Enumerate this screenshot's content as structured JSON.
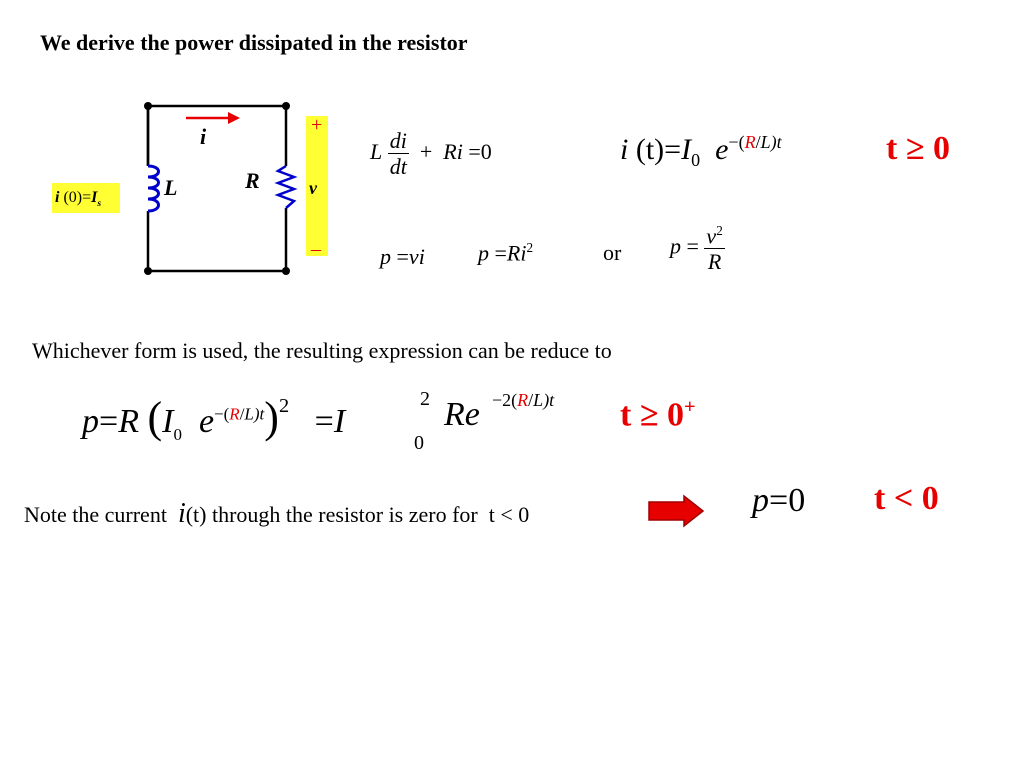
{
  "title": "We derive the power dissipated in the resistor",
  "circuit": {
    "current_label": "i",
    "inductor_label": "L",
    "resistor_label": "R",
    "voltage_label": "v",
    "plus_sign": "+",
    "minus_sign": "–",
    "initial_condition": {
      "i": "i",
      "arg": "(0)",
      "eq": "=",
      "I": "I",
      "sub": "s"
    },
    "colors": {
      "wire": "#000000",
      "coil": "#0000cc",
      "arrow": "#e60000",
      "highlight": "#ffff33"
    }
  },
  "equations": {
    "ode": {
      "L": "L",
      "num": "di",
      "den": "dt",
      "plus": "+",
      "R": "R",
      "i": "i",
      "eq": "=",
      "zero": "0"
    },
    "solution": {
      "lhs": "i",
      "arg": "(t)",
      "eq": "=",
      "I": "I",
      "sub0": "0",
      "e": "e",
      "exp_pre": "−(",
      "exp_R": "R",
      "exp_slash": "/",
      "exp_L": "L",
      "exp_post": ")t"
    },
    "cond1": "t ≥ 0",
    "p_vi": {
      "p": "p",
      "eq": "=",
      "v": "v",
      "i": "i"
    },
    "p_ri2": {
      "p": "p",
      "eq": "=",
      "R": "R",
      "i": "i",
      "sup": "2"
    },
    "or": "or",
    "p_v2r": {
      "p": "p",
      "eq": "=",
      "v": "v",
      "sup": "2",
      "R": "R"
    }
  },
  "sentence1": "Whichever form is used, the resulting expression can be reduce to",
  "power_expr": {
    "p": "p",
    "eq1": "=",
    "R": "R",
    "I": "I",
    "sub0": "0",
    "e": "e",
    "exp_pre": "−(",
    "exp_R": "R",
    "exp_slash": "/",
    "exp_L": "L",
    "exp_post": ")t",
    "outer_sup": "2",
    "eq2": "=",
    "I2": "I",
    "sup2": "2",
    "sub2": "0",
    "R2": "Re",
    "exp2_pre": "−2(",
    "exp2_R": "R",
    "exp2_slash": "/",
    "exp2_L": "L",
    "exp2_post": ")t"
  },
  "cond2": {
    "text": "t ≥ 0",
    "sup": "+"
  },
  "note": {
    "before": "Note the current",
    "i": "i",
    "after": "(t) through the resistor is zero for",
    "cond": "t < 0"
  },
  "p_zero": {
    "p": "p",
    "eq": "=",
    "zero": "0"
  },
  "cond3": "t < 0",
  "arrow_color": "#e60000"
}
